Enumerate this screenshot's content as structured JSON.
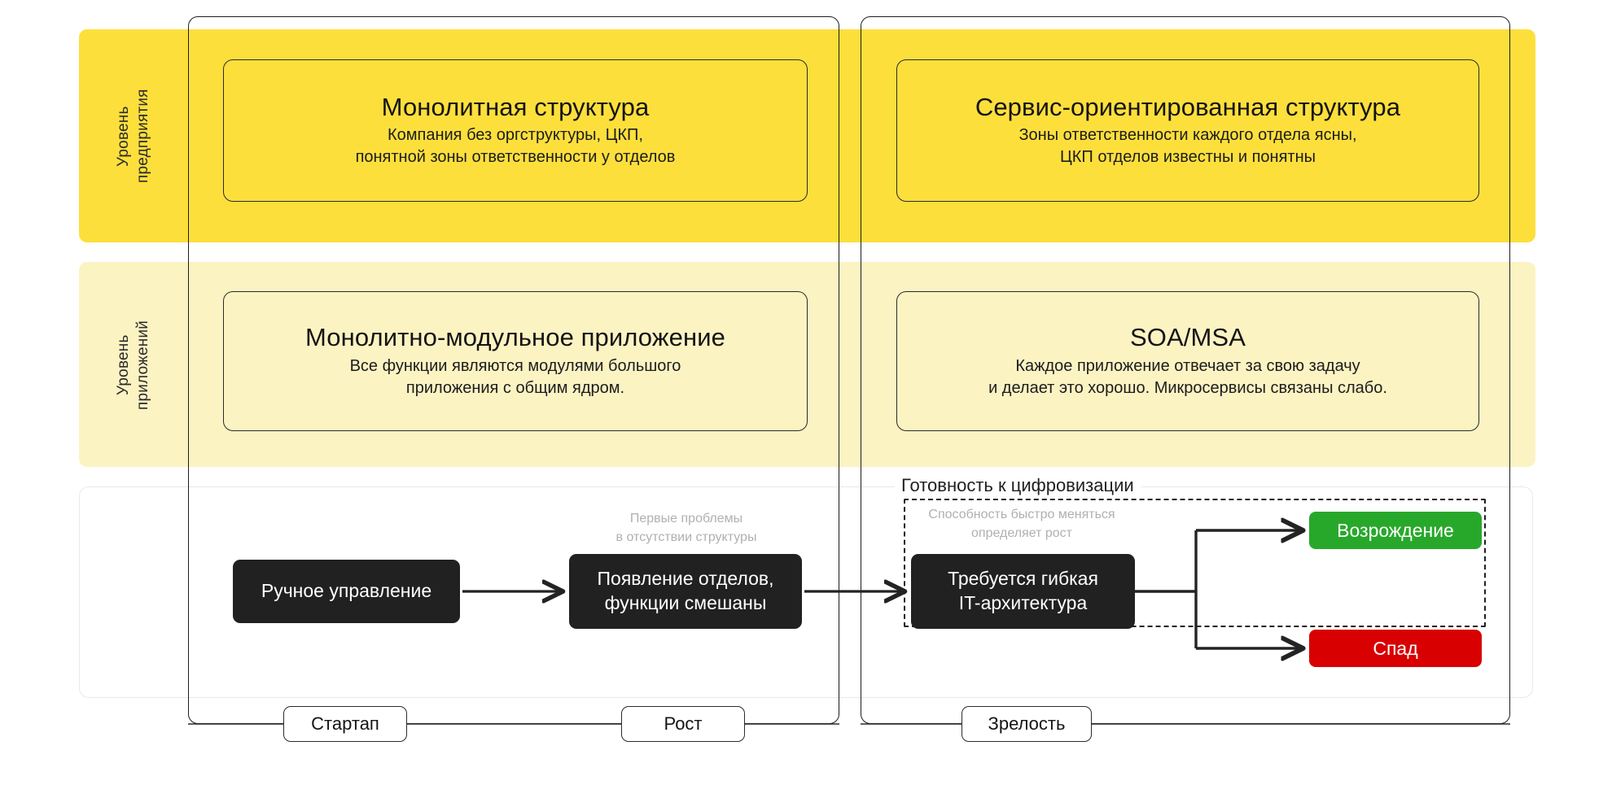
{
  "bands": {
    "enterprise_label": "Уровень\nпредприятия",
    "application_label": "Уровень\nприложений"
  },
  "cards": {
    "monolith": {
      "title": "Монолитная структура",
      "subtitle": "Компания без оргструктуры, ЦКП,\nпонятной зоны ответственности у отделов"
    },
    "service_oriented": {
      "title": "Сервис-ориентированная структура",
      "subtitle": "Зоны ответственности каждого отдела ясны,\nЦКП отделов известны и понятны"
    },
    "modular_monolith": {
      "title": "Монолитно-модульное приложение",
      "subtitle": "Все функции являются модулями большого\nприложения с общим ядром."
    },
    "soa_msa": {
      "title": "SOA/MSA",
      "subtitle": "Каждое приложение отвечает за свою задачу\nи делает это хорошо. Микросервисы связаны слабо."
    }
  },
  "flow": {
    "nodes": {
      "manual": "Ручное управление",
      "departments": "Появление отделов,\nфункции смешаны",
      "flexible_it": "Требуется гибкая\nIT-архитектура"
    },
    "outcomes": {
      "revival": "Возрождение",
      "decline": "Спад"
    },
    "notes": {
      "first_problems": "Первые проблемы\nв отсутствии структуры",
      "ability_to_change": "Способность быстро меняться\nопределяет рост"
    },
    "dashed_region_title": "Готовность к цифровизации"
  },
  "stages": {
    "startup": "Стартап",
    "growth": "Рост",
    "maturity": "Зрелость"
  },
  "colors": {
    "band_enterprise": "#FDDF3C",
    "band_application": "#FCF3C3",
    "node_dark": "#212121",
    "outcome_positive": "#28A82B",
    "outcome_negative": "#D80000",
    "note_gray": "#B0B0B0",
    "outline": "#1D1D1D"
  }
}
